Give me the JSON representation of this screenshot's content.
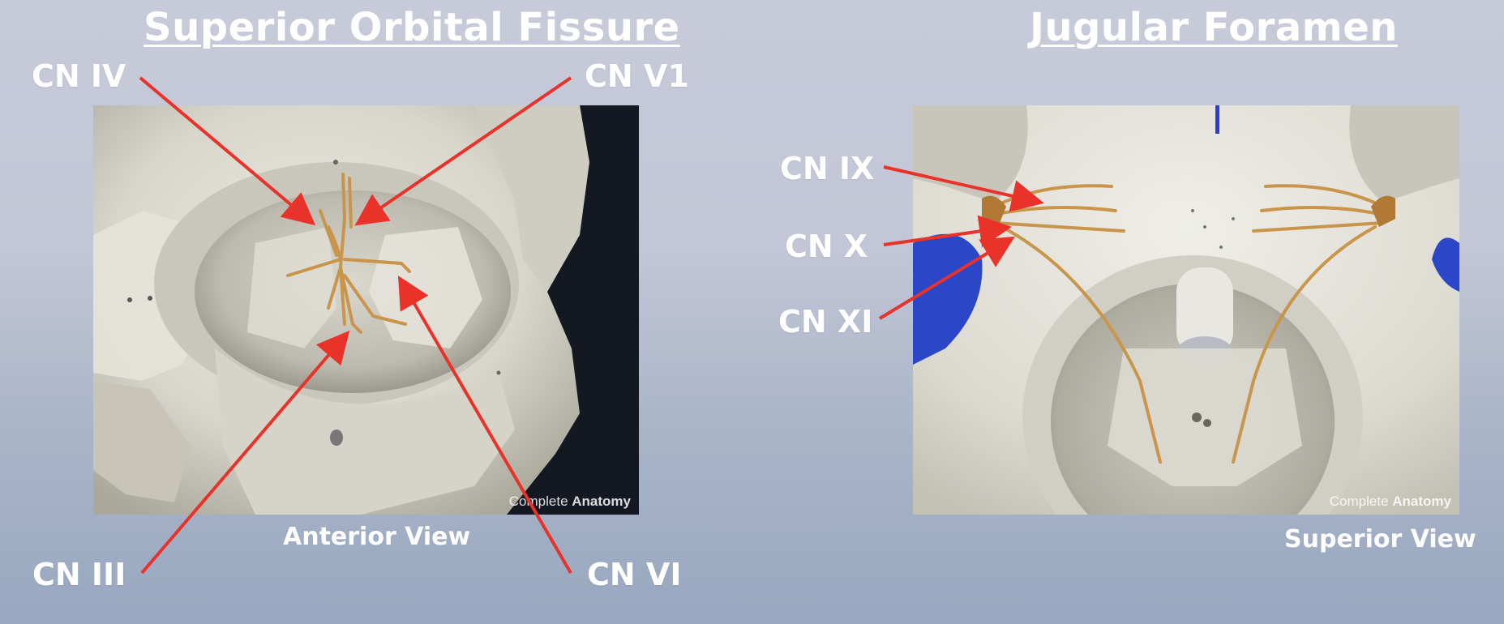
{
  "left": {
    "title": "Superior Orbital Fissure",
    "caption": "Anterior View",
    "labels": {
      "cn4": "CN IV",
      "cn5": "CN V1",
      "cn3": "CN III",
      "cn6": "CN VI"
    },
    "watermark": {
      "light": "Complete",
      "bold": "Anatomy"
    }
  },
  "right": {
    "title": "Jugular Foramen",
    "caption": "Superior View",
    "labels": {
      "cn9": "CN IX",
      "cn10": "CN X",
      "cn11": "CN XI"
    },
    "watermark": {
      "light": "Complete",
      "bold": "Anatomy"
    }
  },
  "colors": {
    "arrow": "#e8322a",
    "nerve": "#c9954a",
    "bone": "#dedbd0",
    "vessel": "#2c46c8",
    "background_left_image": "#141821"
  }
}
